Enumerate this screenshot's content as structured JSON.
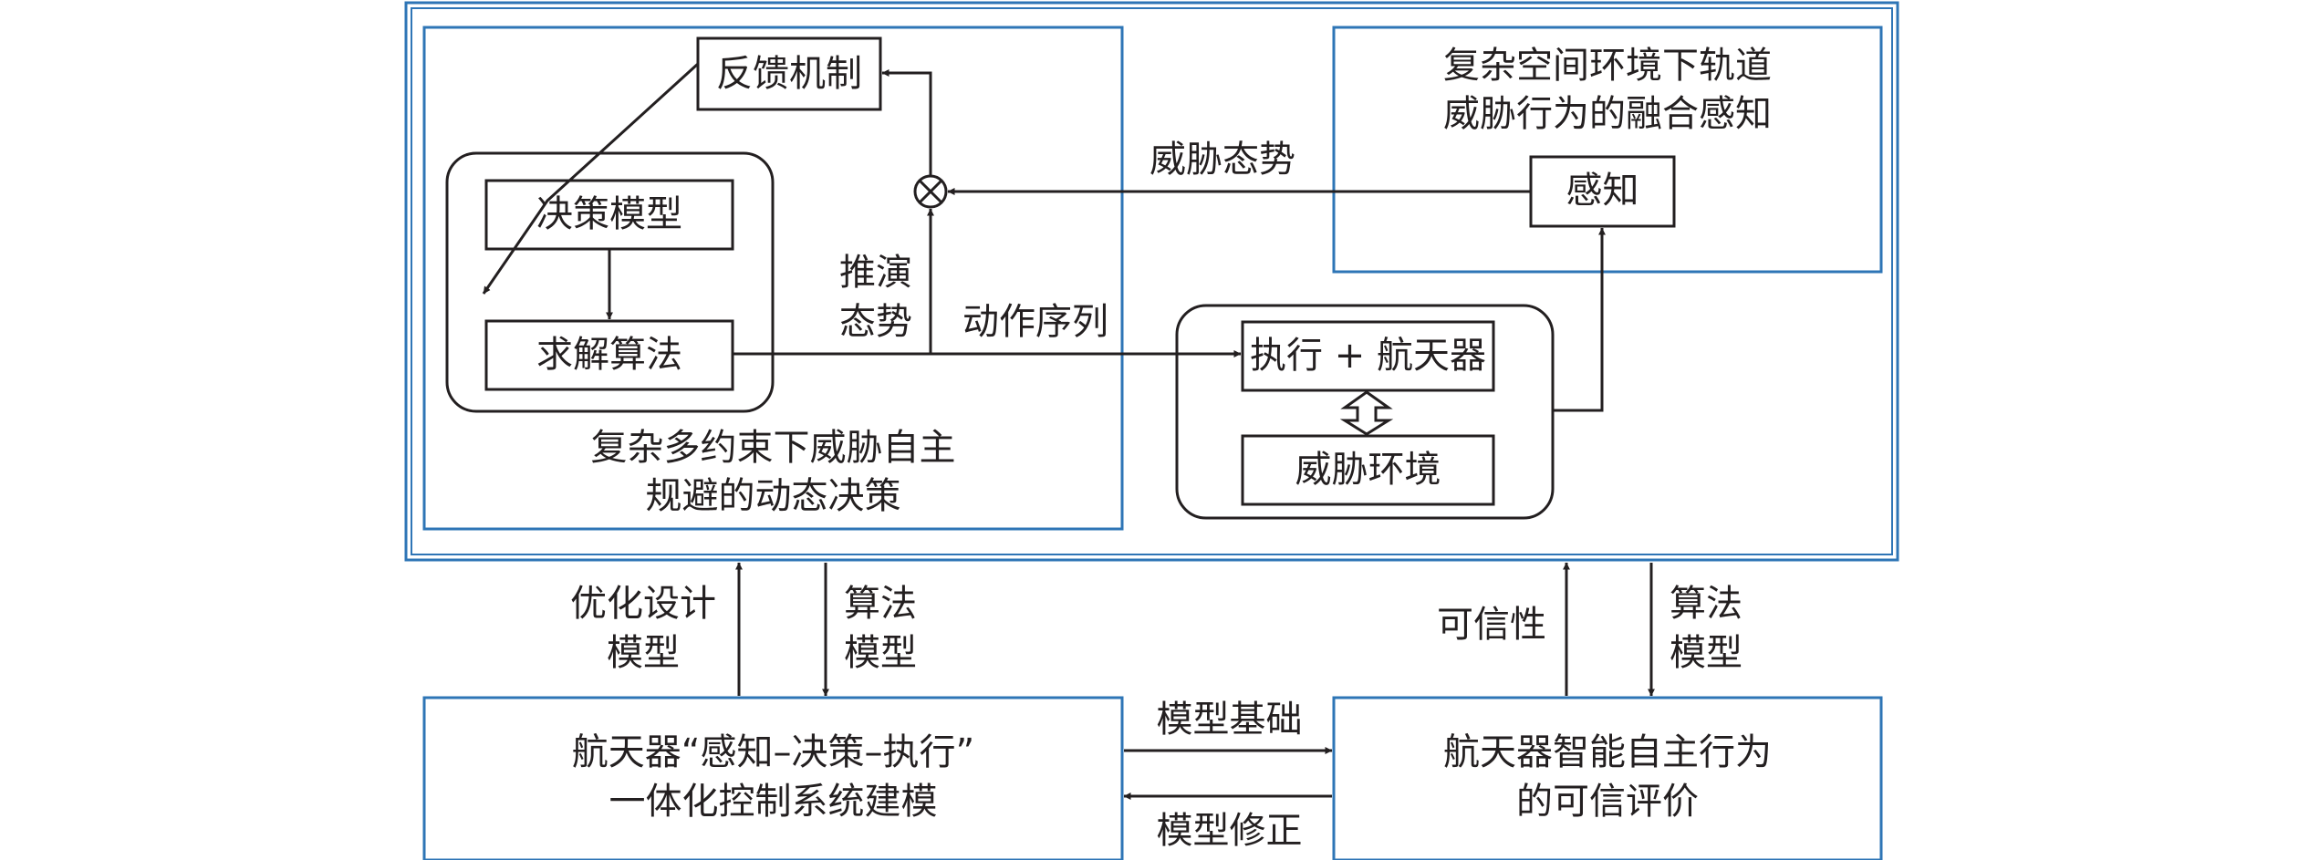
{
  "colors": {
    "frame_blue": "#2e75b6",
    "line_black": "#231f20",
    "background": "#ffffff"
  },
  "top_left": {
    "feedback": "反馈机制",
    "decision_model": "决策模型",
    "solve_algorithm": "求解算法",
    "deduce_situation": "推演\n态势",
    "caption_line1": "复杂多约束下威胁自主",
    "caption_line2": "规避的动态决策"
  },
  "top_right": {
    "title_line1": "复杂空间环境下轨道",
    "title_line2": "威胁行为的融合感知",
    "sense": "感知",
    "threat_situation": "威胁态势"
  },
  "middle": {
    "action_sequence": "动作序列",
    "execute_spacecraft": "执行 + 航天器",
    "threat_env": "威胁环境"
  },
  "bottom_left": {
    "line1": "航天器“感知–决策–执行”",
    "line2": "一体化控制系统建模"
  },
  "bottom_right": {
    "line1": "航天器智能自主行为",
    "line2": "的可信评价"
  },
  "edges": {
    "opt_design_model": "优化设计\n模型",
    "algorithm_model_left": "算法\n模型",
    "credibility": "可信性",
    "algorithm_model_right": "算法\n模型",
    "model_basis": "模型基础",
    "model_correction": "模型修正"
  },
  "icons": {
    "junction": "circle-times-icon"
  }
}
